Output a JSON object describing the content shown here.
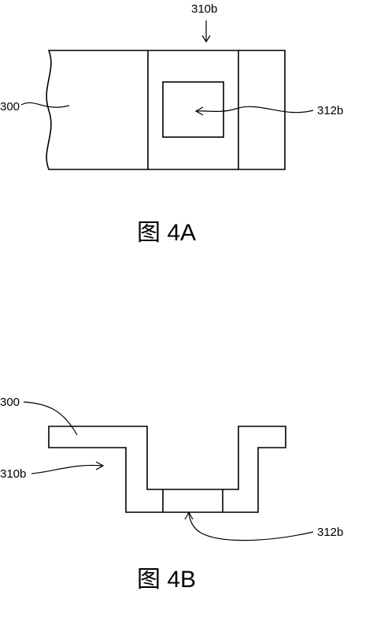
{
  "figure_a": {
    "caption": "图 4A",
    "labels": {
      "substrate": "300",
      "opening_top": "310b",
      "inner_square": "312b"
    }
  },
  "figure_b": {
    "caption": "图 4B",
    "labels": {
      "substrate": "300",
      "opening_side": "310b",
      "bottom_region": "312b"
    }
  }
}
